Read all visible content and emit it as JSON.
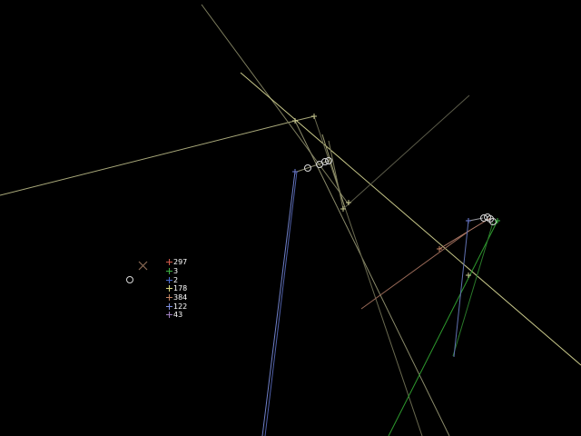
{
  "scene": {
    "background": "#000000",
    "icons": [
      "cross-marker-icon",
      "circle-marker-icon",
      "plus-marker-icon"
    ]
  },
  "legend": {
    "items": [
      {
        "label": "297",
        "color": "#d05a4a"
      },
      {
        "label": "3",
        "color": "#3cb043"
      },
      {
        "label": "2",
        "color": "#4a6ad0"
      },
      {
        "label": "178",
        "color": "#d8d880"
      },
      {
        "label": "384",
        "color": "#c08060"
      },
      {
        "label": "122",
        "color": "#8090e0"
      },
      {
        "label": "43",
        "color": "#a080c0"
      }
    ]
  }
}
